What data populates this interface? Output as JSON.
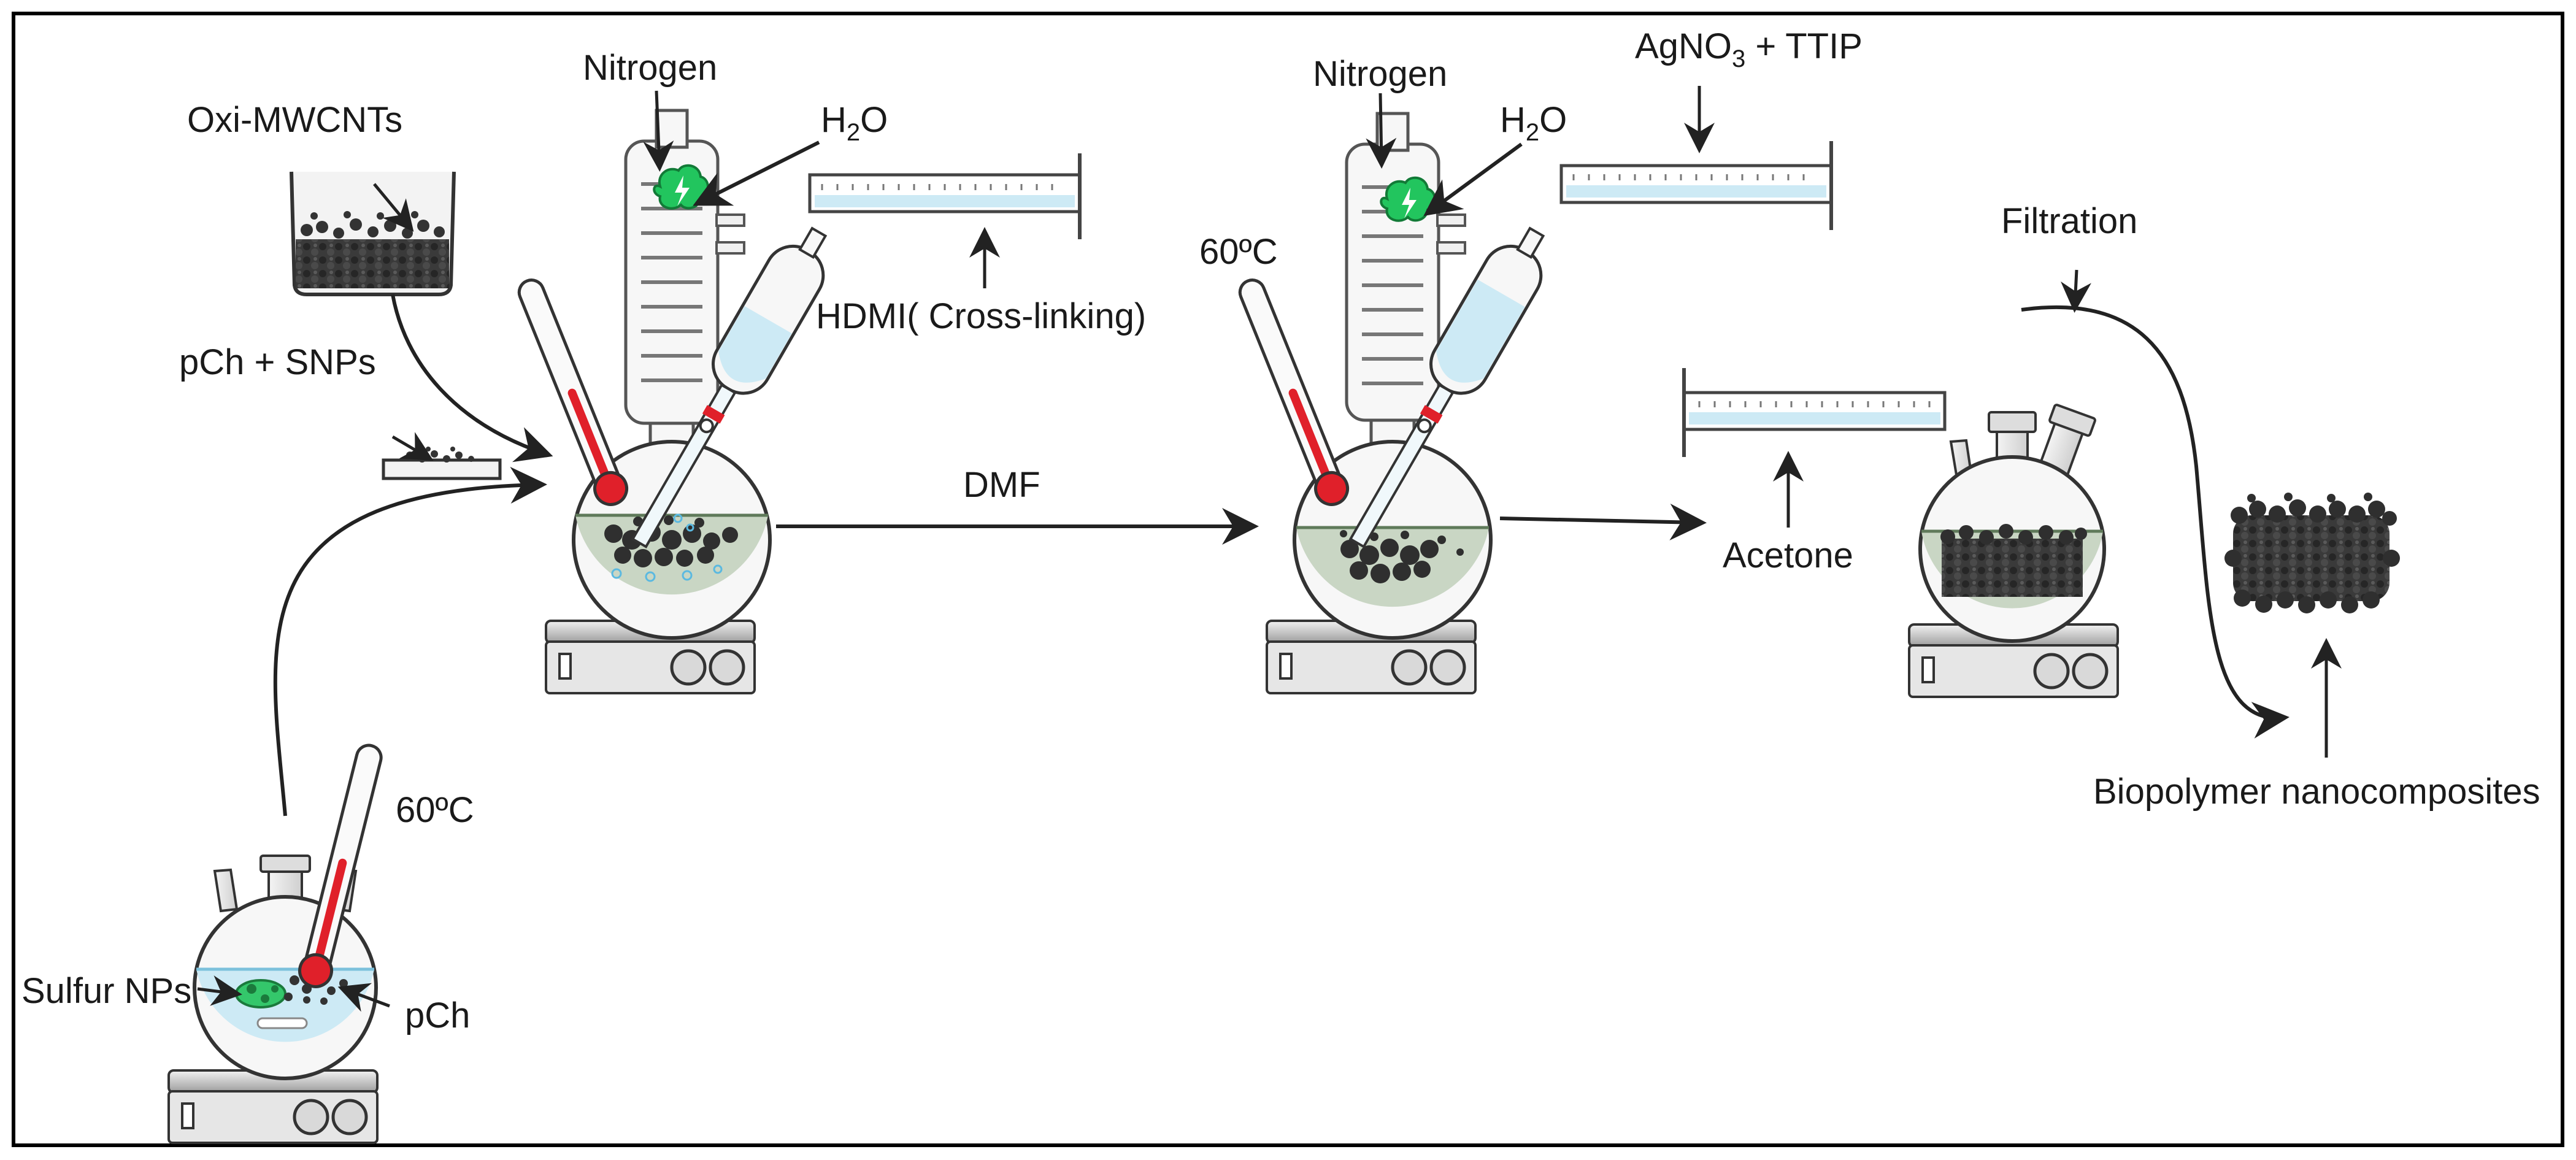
{
  "labels": {
    "oxi_mwcnts": "Oxi-MWCNTs",
    "pch_snps": "pCh + SNPs",
    "nitrogen_1": "Nitrogen",
    "nitrogen_2": "Nitrogen",
    "h2o_1_base": "H",
    "h2o_1_sub": "2",
    "h2o_1_tail": "O",
    "h2o_2_base": "H",
    "h2o_2_sub": "2",
    "h2o_2_tail": "O",
    "hdmi": "HDMI( Cross-linking)",
    "dmf": "DMF",
    "temp_1": "60ºC",
    "temp_2": "60ºC",
    "agno3_base": "AgNO",
    "agno3_sub": "3",
    "agno3_tail": " + TTIP",
    "acetone": "Acetone",
    "filtration": "Filtration",
    "biopolymer": "Biopolymer nanocomposites",
    "sulfur_nps": "Sulfur NPs",
    "pch": "pCh"
  },
  "colors": {
    "frame": "#000000",
    "arrow": "#222222",
    "thermometer_red": "#e0202a",
    "nitrogen_green": "#22c55e",
    "liquid_blue": "#cdeaf5",
    "liquid_green": "#c9d6c4",
    "particle_dark": "#2f2f2f",
    "stirrer_gray": "#9a9a9a"
  }
}
